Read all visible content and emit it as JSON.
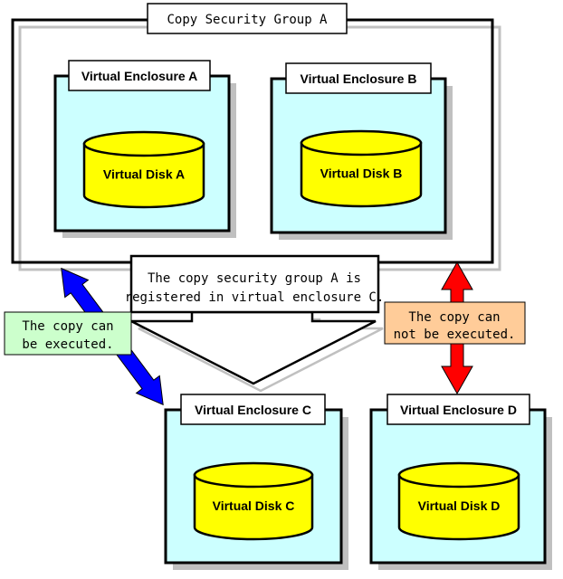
{
  "group": {
    "title": "Copy Security Group A"
  },
  "enclosures": [
    {
      "label": "Virtual Enclosure A",
      "disk": "Virtual Disk A"
    },
    {
      "label": "Virtual Enclosure B",
      "disk": "Virtual Disk B"
    },
    {
      "label": "Virtual Enclosure C",
      "disk": "Virtual Disk C"
    },
    {
      "label": "Virtual Enclosure D",
      "disk": "Virtual Disk D"
    }
  ],
  "callout": {
    "line1": "The copy security group A is",
    "line2": "registered in virtual enclosure C."
  },
  "can_copy": {
    "line1": "The copy can",
    "line2": "be executed.",
    "color": "#ccffcc",
    "arrow_color": "#0000ff"
  },
  "cannot_copy": {
    "line1": "The copy can",
    "line2": "not be executed.",
    "color": "#ffcc99",
    "arrow_color": "#ff0000"
  },
  "colors": {
    "enclosure_fill": "#ccffff",
    "disk_fill": "#ffff00",
    "shadow": "#c0c0c0"
  }
}
